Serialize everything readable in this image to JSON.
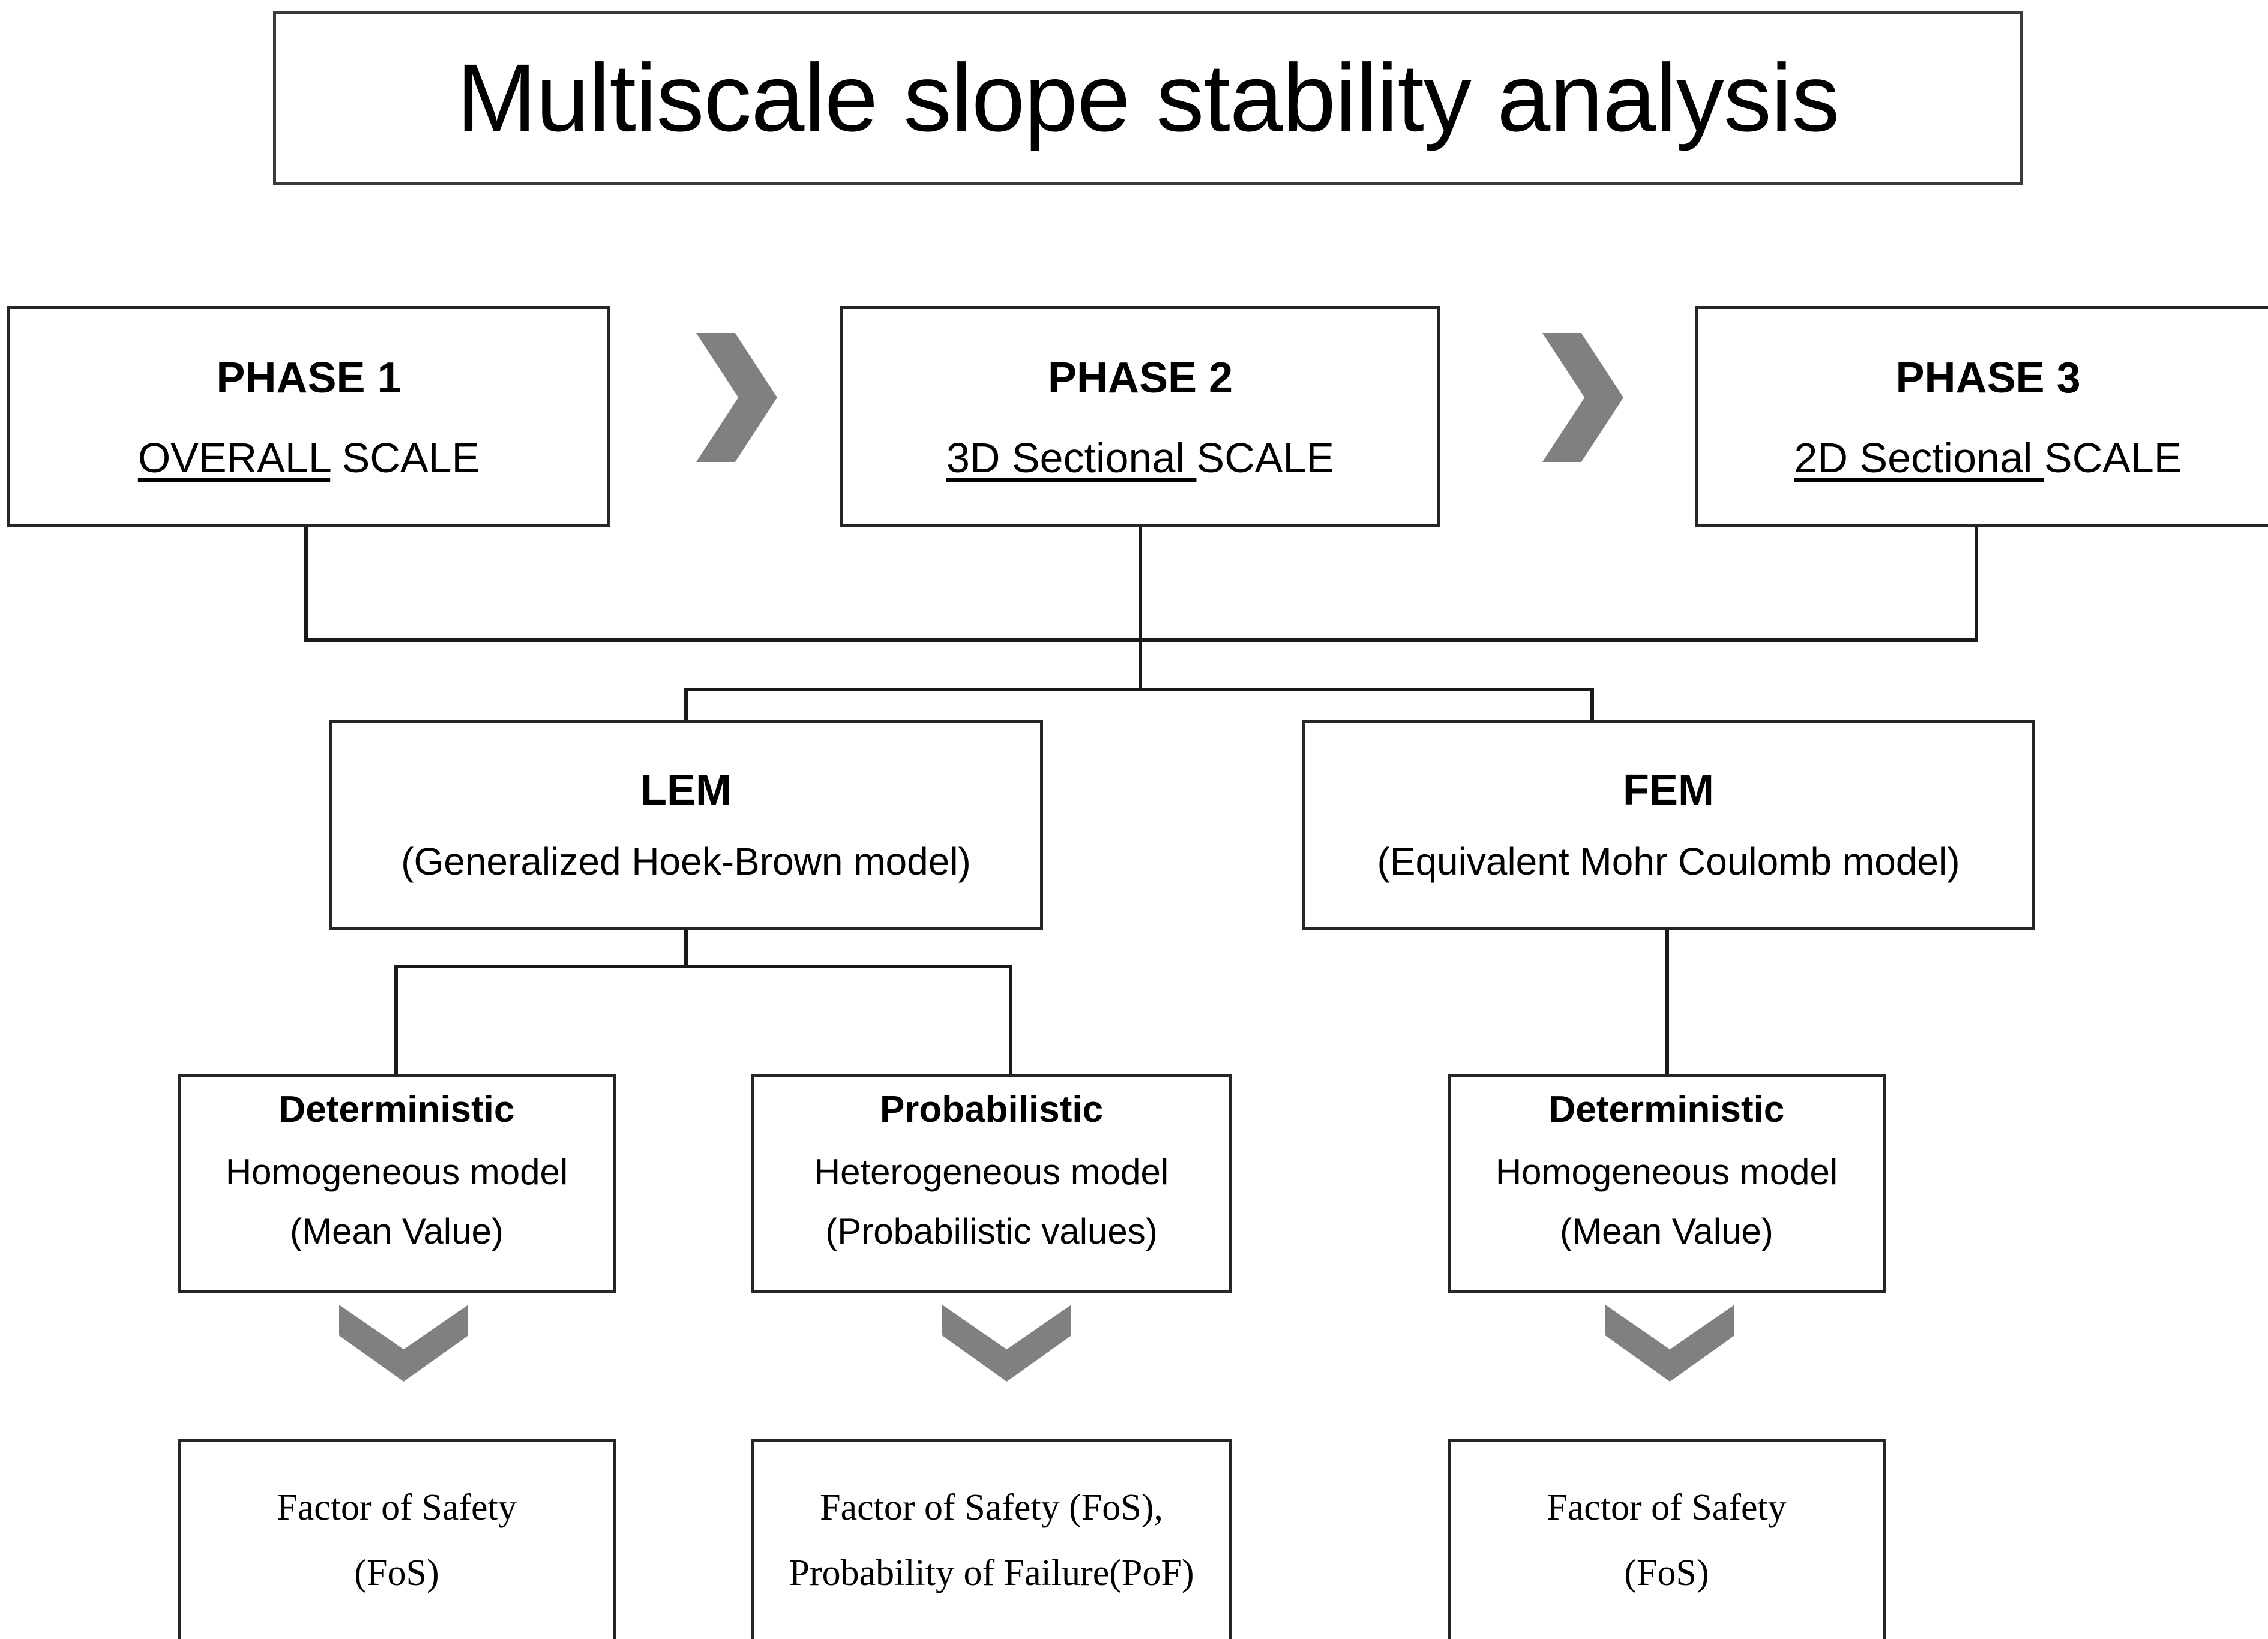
{
  "diagram": {
    "title": "Multiscale slope stability analysis",
    "phases": [
      {
        "title": "PHASE 1",
        "scale_underlined": "OVERALL",
        "scale_rest": " SCALE"
      },
      {
        "title": "PHASE 2",
        "scale_underlined": "3D Sectional ",
        "scale_rest": "SCALE"
      },
      {
        "title": "PHASE 3",
        "scale_underlined": "2D Sectional ",
        "scale_rest": "SCALE"
      }
    ],
    "methods": [
      {
        "title": "LEM",
        "subtitle": "(Generalized Hoek-Brown model)"
      },
      {
        "title": "FEM",
        "subtitle": "(Equivalent Mohr Coulomb model)"
      }
    ],
    "approaches": [
      {
        "title": "Deterministic",
        "line1": "Homogeneous model",
        "line2": "(Mean Value)"
      },
      {
        "title": "Probabilistic",
        "line1": "Heterogeneous model",
        "line2": "(Probabilistic values)"
      },
      {
        "title": "Deterministic",
        "line1": "Homogeneous model",
        "line2": "(Mean Value)"
      }
    ],
    "results": [
      {
        "line1": "Factor of Safety",
        "line2": "(FoS)"
      },
      {
        "line1": "Factor of Safety (FoS),",
        "line2": "Probability of Failure(PoF)"
      },
      {
        "line1": "Factor of Safety",
        "line2": "(FoS)"
      }
    ],
    "colors": {
      "box_border": "#262626",
      "connector": "#1a1a1a",
      "chevron": "#808080",
      "background": "#ffffff",
      "text": "#000000"
    },
    "icons": {
      "phase_arrow": "chevron-right-icon",
      "result_arrow": "chevron-down-icon"
    }
  }
}
